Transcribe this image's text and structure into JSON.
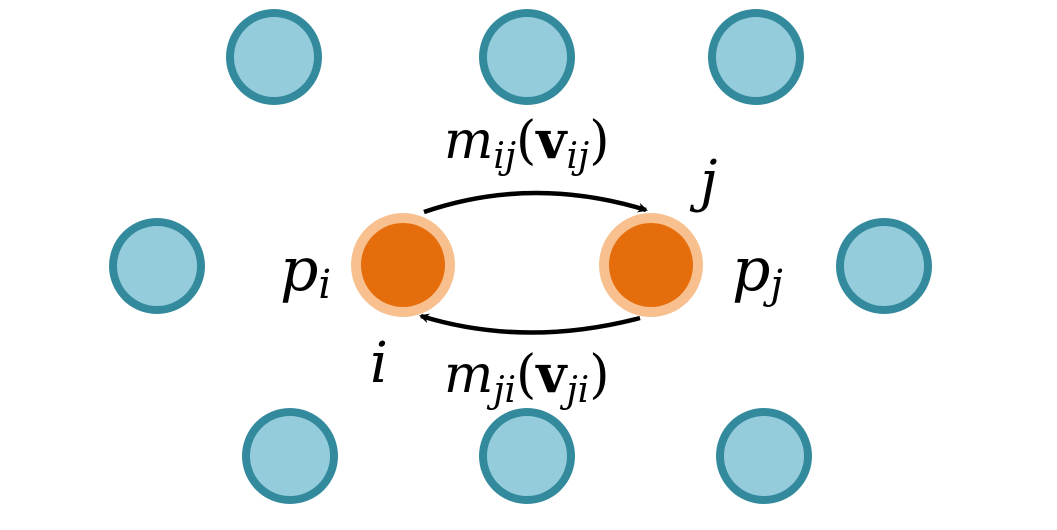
{
  "colors": {
    "neighbor_fill": "#94ccdc",
    "neighbor_stroke": "#338a9d",
    "node_fill": "#e56d0b",
    "node_halo": "#f8c08e",
    "arrow": "#000000"
  },
  "labels": {
    "node_i_name": "i",
    "node_j_name": "j",
    "node_i_value_base": "p",
    "node_i_value_sub": "i",
    "node_j_value_base": "p",
    "node_j_value_sub": "j",
    "message_ij": {
      "base": "m",
      "sub": "ij",
      "open": "(",
      "arg_base": "v",
      "arg_sub": "ij",
      "close": ")"
    },
    "message_ji": {
      "base": "m",
      "sub": "ji",
      "open": "(",
      "arg_base": "v",
      "arg_sub": "ji",
      "close": ")"
    }
  }
}
